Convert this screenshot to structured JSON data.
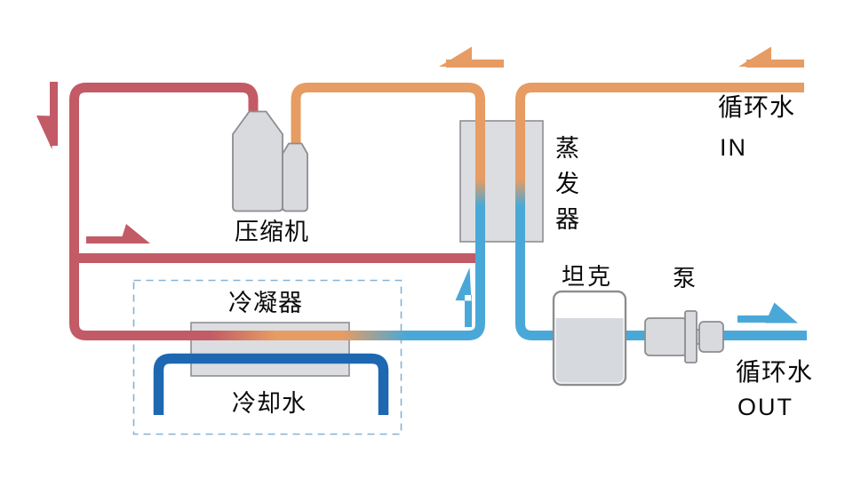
{
  "labels": {
    "compressor": "压缩机",
    "evaporator": "蒸发器",
    "condenser": "冷凝器",
    "cooling_water": "冷却水",
    "tank": "坦克",
    "pump": "泵",
    "circulating_in_line1": "循环水",
    "circulating_in_line2": "IN",
    "circulating_out_line1": "循环水",
    "circulating_out_line2": "OUT"
  },
  "colors": {
    "red_pipe": "#c25b66",
    "orange_pipe": "#e69c63",
    "light_blue": "#4aa8d8",
    "dark_blue": "#1d68b1",
    "box_fill": "#dcdde0",
    "box_stroke": "#8f8f93",
    "comp_fill": "#d9dadd",
    "comp_stroke": "#8d8d91",
    "tank_water": "#d6d9de",
    "dashed_border": "#84b2d6",
    "text": "#0a0a0a"
  }
}
